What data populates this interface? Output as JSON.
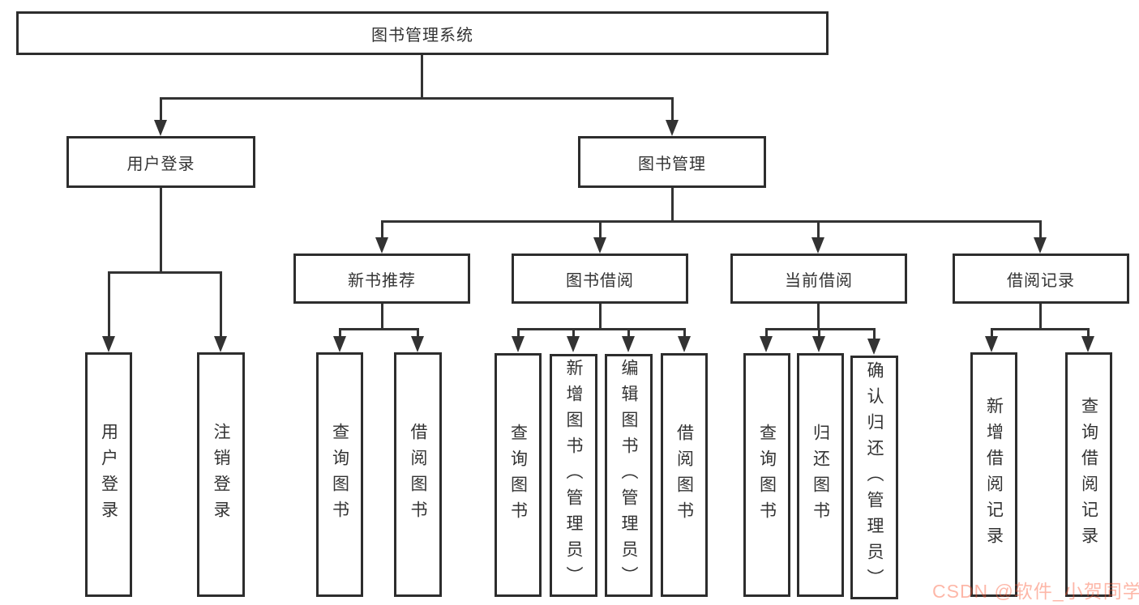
{
  "colors": {
    "line": "#333333",
    "box_border": "#2d2d2d",
    "box_bg": "#ffffff",
    "watermark": "#fc5531"
  },
  "watermark": {
    "text": "CSDN @软件_小贺同学"
  },
  "tree": {
    "label": "图书管理系统",
    "children": [
      {
        "label": "用户登录",
        "children": [
          {
            "label": "用户登录"
          },
          {
            "label": "注销登录"
          }
        ]
      },
      {
        "label": "图书管理",
        "children": [
          {
            "label": "新书推荐",
            "children": [
              {
                "label": "查询图书"
              },
              {
                "label": "借阅图书"
              }
            ]
          },
          {
            "label": "图书借阅",
            "children": [
              {
                "label": "查询图书"
              },
              {
                "label": "新增图书（管理员）"
              },
              {
                "label": "编辑图书（管理员）"
              },
              {
                "label": "借阅图书"
              }
            ]
          },
          {
            "label": "当前借阅",
            "children": [
              {
                "label": "查询图书"
              },
              {
                "label": "归还图书"
              },
              {
                "label": "确认归还（管理员）"
              }
            ]
          },
          {
            "label": "借阅记录",
            "children": [
              {
                "label": "新增借阅记录"
              },
              {
                "label": "查询借阅记录"
              }
            ]
          }
        ]
      }
    ]
  }
}
